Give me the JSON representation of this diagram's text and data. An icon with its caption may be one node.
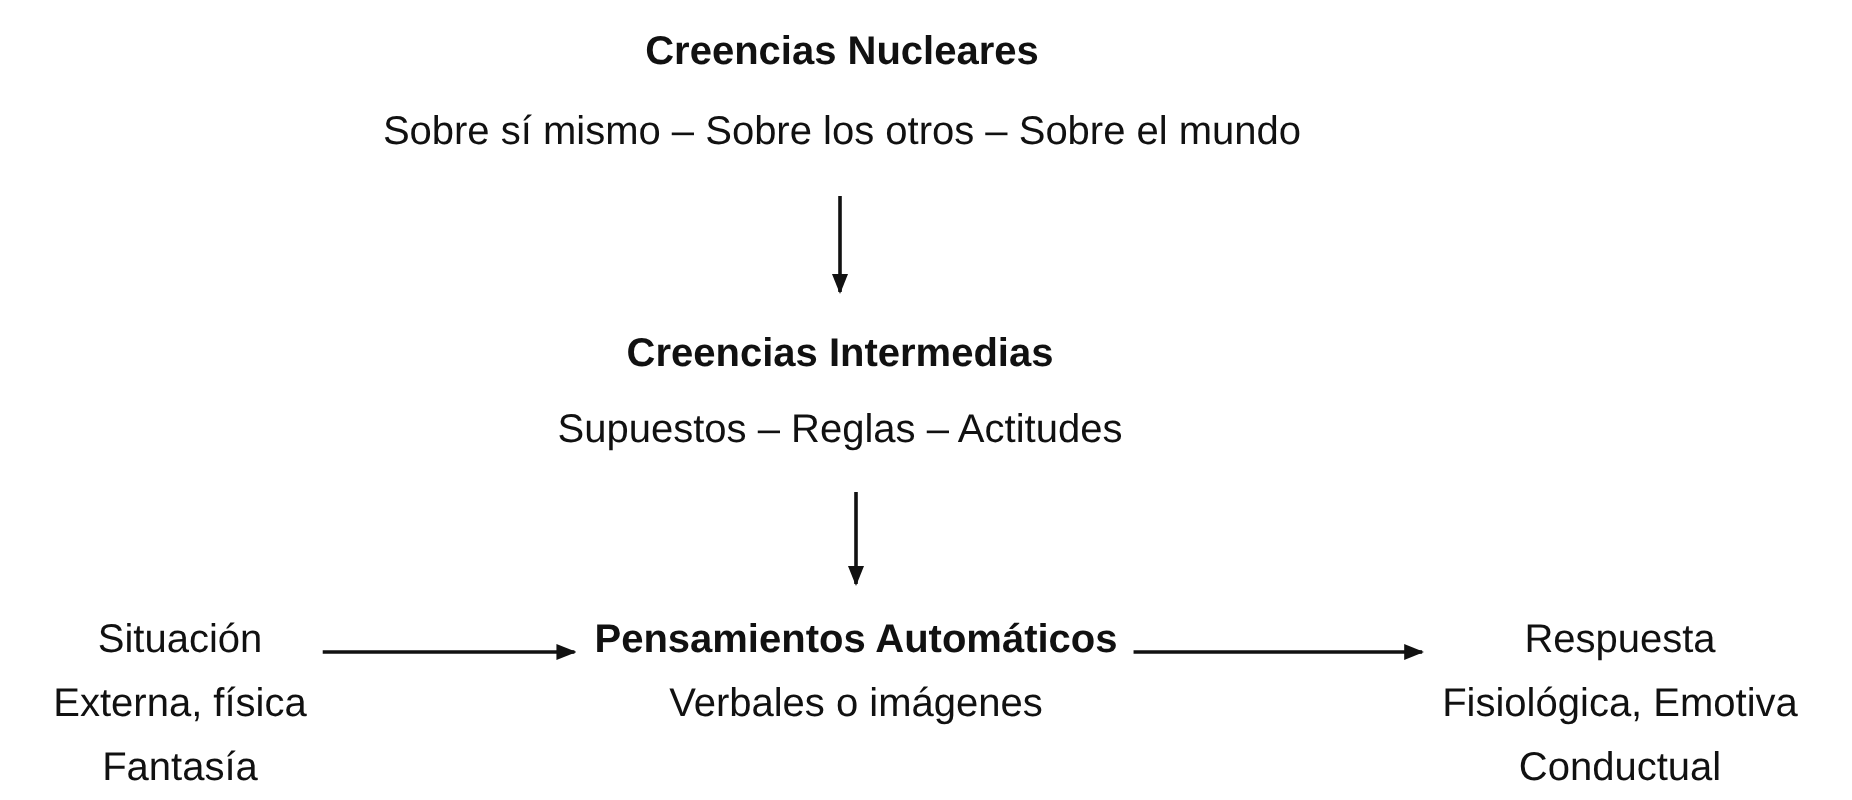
{
  "diagram": {
    "nodes": [
      {
        "text": [
          "Creencias Nucleares",
          "Sobre sí mismo – Sobre los otros – Sobre el mundo"
        ]
      },
      {
        "text": [
          "Creencias Intermedias",
          "Supuestos – Reglas – Actitudes"
        ]
      },
      {
        "text": [
          "Situación",
          "Externa, física",
          "Fantasía"
        ]
      },
      {
        "text": [
          "Pensamientos Automáticos",
          "Verbales o imágenes"
        ]
      },
      {
        "text": [
          "Respuesta",
          "Fisiológica, Emotiva",
          "Conductual"
        ]
      }
    ],
    "edges": [
      {
        "from": 0,
        "to": 1,
        "arrow": "to"
      },
      {
        "from": 1,
        "to": 3,
        "arrow": "to"
      },
      {
        "from": 2,
        "to": 3,
        "arrow": "to"
      },
      {
        "from": 3,
        "to": 4,
        "arrow": "to"
      }
    ]
  }
}
